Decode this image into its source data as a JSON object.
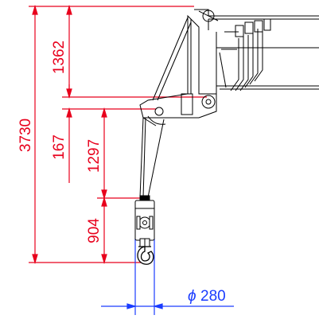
{
  "dimensions": {
    "total_height": "3730",
    "upper_section": "1362",
    "sheave_offset": "167",
    "rope_length": "1297",
    "hook_block": "904"
  },
  "hook_diameter": {
    "symbol": "ϕ",
    "value": "280"
  },
  "colors": {
    "dimension_lines": "#e8001c",
    "diameter_lines": "#1a3cff",
    "drawing": "#000000"
  }
}
